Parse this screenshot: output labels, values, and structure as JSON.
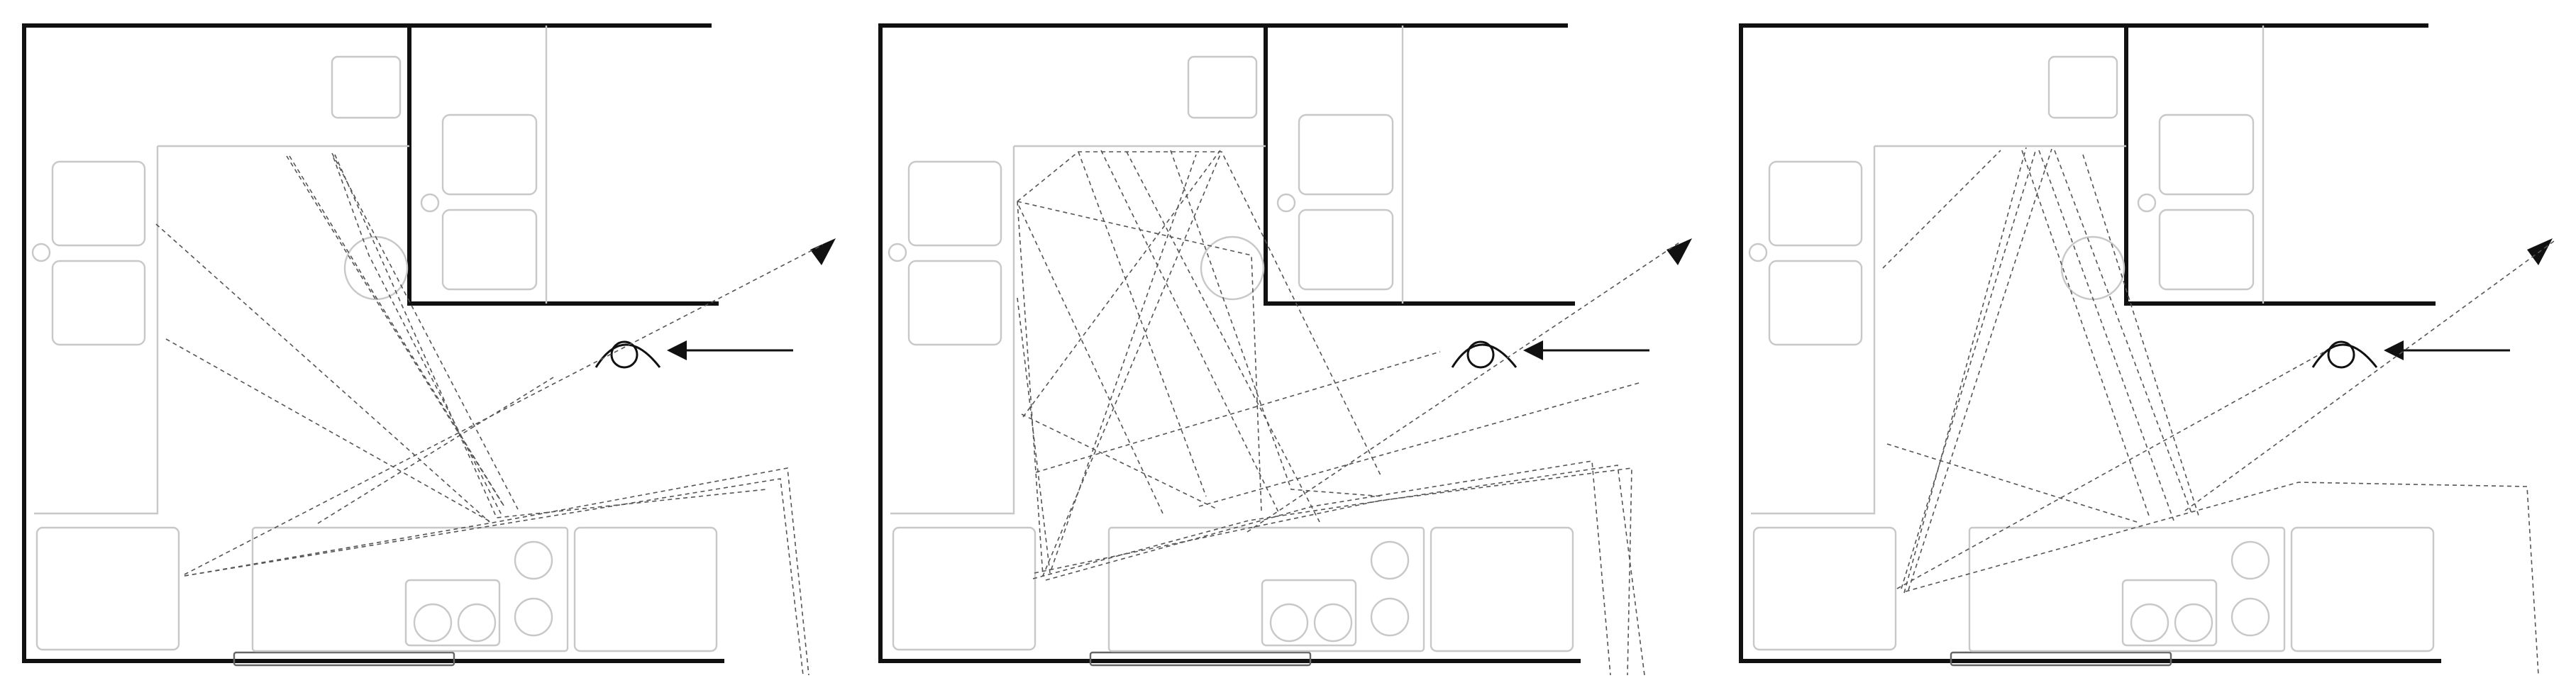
{
  "figure": {
    "panel_count": 3,
    "panels": [
      {
        "id": "left",
        "path_color": "#555555"
      },
      {
        "id": "middle",
        "path_color": "#555555"
      },
      {
        "id": "right",
        "path_color": "#555555"
      }
    ],
    "colors": {
      "walls": "#111111",
      "furniture": "#c8c8c8",
      "paths": "#555555",
      "observer": "#111111"
    },
    "icons": [
      "eye-observer-icon",
      "direction-arrow-icon",
      "trajectory-arrowhead-icon"
    ]
  }
}
